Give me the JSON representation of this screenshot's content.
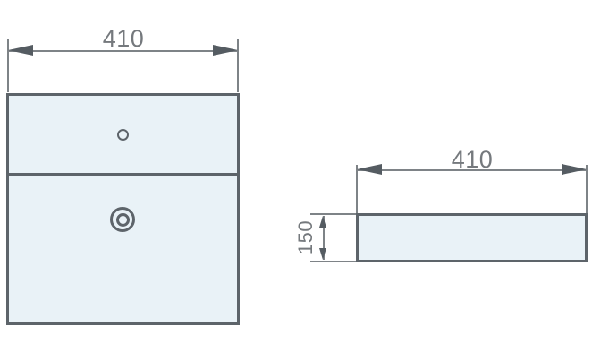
{
  "drawing": {
    "type": "washbasin-technical-drawing",
    "top_view": {
      "width_label": "410"
    },
    "side_view": {
      "width_label": "410",
      "height_label": "150"
    },
    "colors": {
      "outline": "#5d646a",
      "dimension_line": "#7e8387",
      "arrow": "#555c62",
      "label_text": "#75797d",
      "surface_fill": "#e9f2f7",
      "background": "#ffffff"
    }
  }
}
